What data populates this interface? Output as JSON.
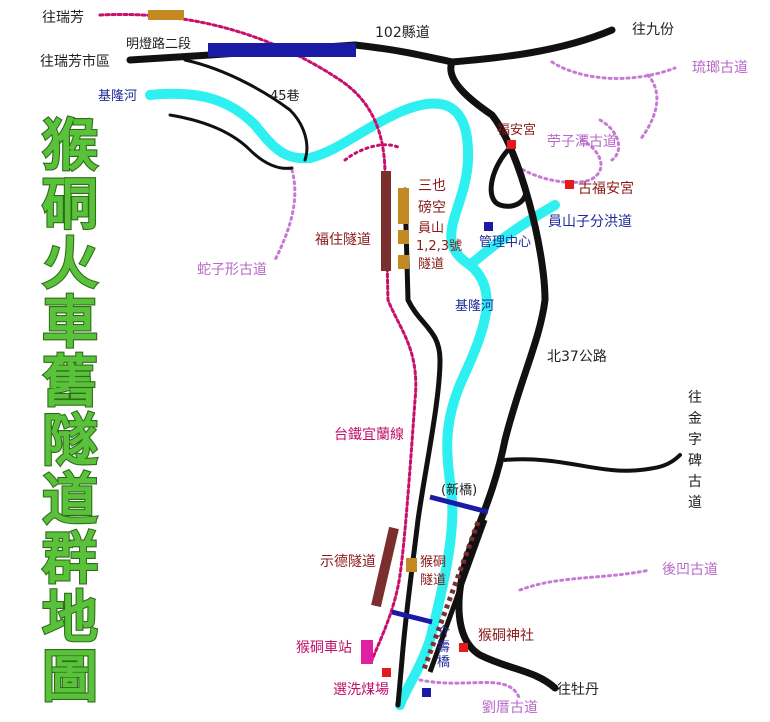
{
  "title": [
    "猴",
    "硐",
    "火",
    "車",
    "舊",
    "隧",
    "道",
    "群",
    "地",
    "圖"
  ],
  "colors": {
    "road": "#111111",
    "river": "#2ff0f0",
    "railway": "#c8106b",
    "trail": "#c67ad6",
    "old_tunnel": "#7a2e2e",
    "bike_tunnel": "#c38a22",
    "bridge": "#1a1aa6",
    "landmark": "#e31b1b",
    "title_fill": "#5ac23a"
  },
  "labels": {
    "to_ruifang": "往瑞芳",
    "to_ruifang_city": "往瑞芳市區",
    "mingdeng_road": "明燈路二段",
    "county_road_102": "102縣道",
    "to_jiufen": "往九份",
    "keelung_river_1": "基隆河",
    "lane_45": "45巷",
    "liulang_trail": "琉瑯古道",
    "fuan_temple": "福安宮",
    "zhuziting_trail": "苧子潭古道",
    "old_fuan_temple": "古福安宮",
    "sanye_tunnel": "三也",
    "bangkong_tunnel": "磅空",
    "yuanshan_tunnel": "員山",
    "tunnel_numbers": "1,2,3號",
    "tunnel_word": "隧道",
    "fuzhu_tunnel": "福住隧道",
    "management_center": "管理中心",
    "yuanshanzi_floodway": "員山子分洪道",
    "snake_trail": "蛇子形古道",
    "keelung_river_2": "基隆河",
    "bei37_road": "北37公路",
    "taiwan_railway": "台鐵宜蘭線",
    "to_jinzibei": [
      "往",
      "金",
      "字",
      "碑",
      "古",
      "道"
    ],
    "new_bridge": "(新橋)",
    "houao_trail": "後凹古道",
    "shide_tunnel": "示德隧道",
    "houtong_tunnel_1": "猴硐",
    "houtong_tunnel_2": "隧道",
    "jieshou_bridge": [
      "介",
      "壽",
      "橋"
    ],
    "houtong_shrine": "猴硐神社",
    "houtong_station": "猴硐車站",
    "to_mudan": "往牡丹",
    "coal_plant": "選洗煤場",
    "liucuo_trail": "劉厝古道"
  }
}
